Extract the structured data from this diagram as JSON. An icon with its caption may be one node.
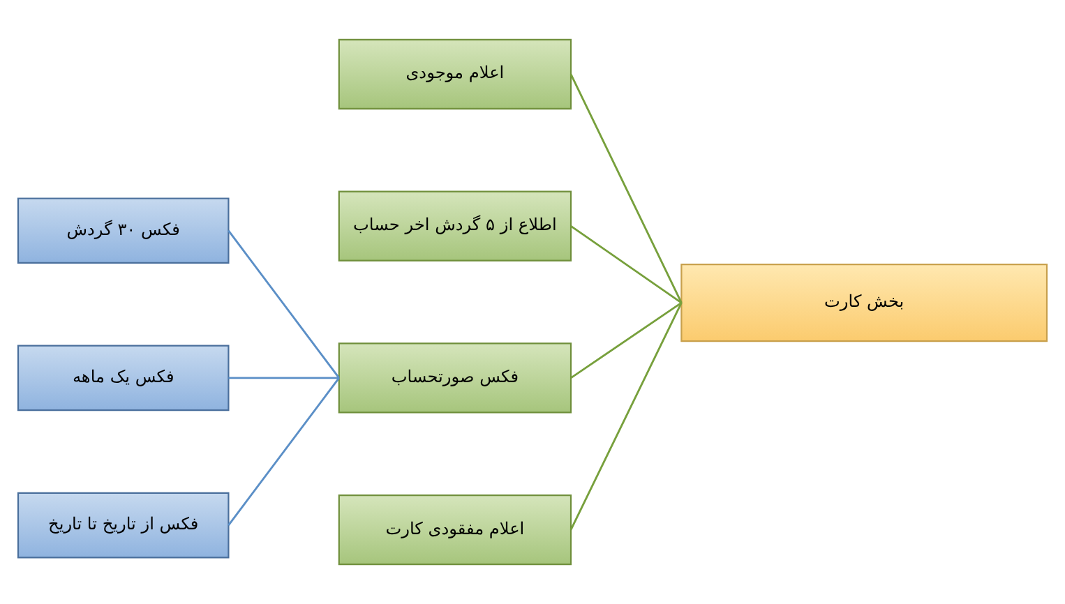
{
  "diagram": {
    "nodes": [
      {
        "text": [
          "بخش کارت"
        ]
      },
      {
        "text": [
          "اعلام موجودی"
        ]
      },
      {
        "text": [
          "اطلاع از ۵ گردش اخر حساب"
        ]
      },
      {
        "text": [
          "فکس صورتحساب"
        ]
      },
      {
        "text": [
          "اعلام مفقودی کارت"
        ]
      },
      {
        "text": [
          "فکس ۳۰ گردش"
        ]
      },
      {
        "text": [
          "فکس یک ماهه"
        ]
      },
      {
        "text": [
          "فکس از تاریخ تا تاریخ"
        ]
      }
    ],
    "edges": [
      {
        "from": 0,
        "to": 1,
        "arrow": "none"
      },
      {
        "from": 0,
        "to": 2,
        "arrow": "none"
      },
      {
        "from": 0,
        "to": 3,
        "arrow": "none"
      },
      {
        "from": 0,
        "to": 4,
        "arrow": "none"
      },
      {
        "from": 3,
        "to": 5,
        "arrow": "none",
        "color": "#5b8fc7"
      },
      {
        "from": 3,
        "to": 6,
        "arrow": "none",
        "color": "#5b8fc7"
      },
      {
        "from": 3,
        "to": 7,
        "arrow": "none",
        "color": "#5b8fc7"
      }
    ]
  }
}
